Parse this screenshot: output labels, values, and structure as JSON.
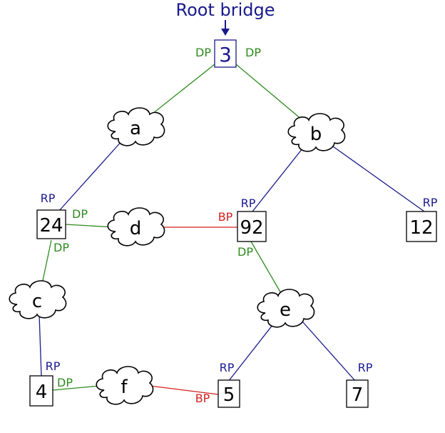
{
  "title": "Root bridge",
  "colors": {
    "designated": "#2e8b1e",
    "root": "#1a1a8c",
    "blocked": "#d32020",
    "title": "#1a1a8c",
    "text": "#000000"
  },
  "bridges": {
    "b3": "3",
    "b24": "24",
    "b92": "92",
    "b12": "12",
    "b4": "4",
    "b5": "5",
    "b7": "7"
  },
  "segments": {
    "a": "a",
    "b": "b",
    "c": "c",
    "d": "d",
    "e": "e",
    "f": "f"
  },
  "links": [
    {
      "from": "b3",
      "to": "a",
      "state": "designated"
    },
    {
      "from": "b3",
      "to": "b",
      "state": "designated"
    },
    {
      "from": "a",
      "to": "b24",
      "state": "root"
    },
    {
      "from": "b",
      "to": "b92",
      "state": "root"
    },
    {
      "from": "b",
      "to": "b12",
      "state": "root"
    },
    {
      "from": "b24",
      "to": "d",
      "state": "designated"
    },
    {
      "from": "d",
      "to": "b92",
      "state": "blocked"
    },
    {
      "from": "b24",
      "to": "c",
      "state": "designated"
    },
    {
      "from": "c",
      "to": "b4",
      "state": "root"
    },
    {
      "from": "b92",
      "to": "e",
      "state": "designated"
    },
    {
      "from": "e",
      "to": "b5",
      "state": "root"
    },
    {
      "from": "e",
      "to": "b7",
      "state": "root"
    },
    {
      "from": "b4",
      "to": "f",
      "state": "designated"
    },
    {
      "from": "f",
      "to": "b5",
      "state": "blocked"
    }
  ],
  "port_labels": {
    "b3_left": "DP",
    "b3_right": "DP",
    "b24_top": "RP",
    "b24_right": "DP",
    "b24_bottom": "DP",
    "b92_top": "RP",
    "b92_left": "BP",
    "b92_bottom": "DP",
    "b12_top": "RP",
    "b4_top": "RP",
    "b4_right": "DP",
    "b5_top": "RP",
    "b5_left": "BP",
    "b7_top": "RP"
  }
}
